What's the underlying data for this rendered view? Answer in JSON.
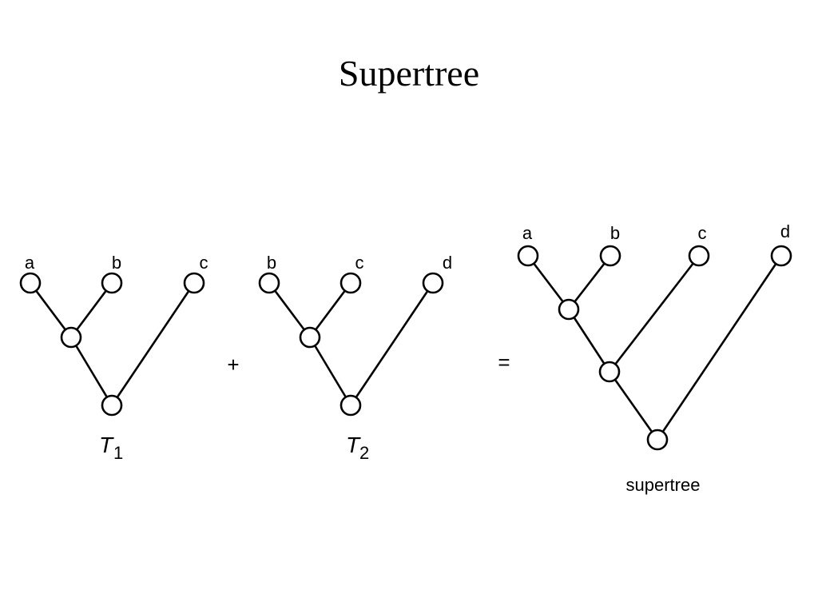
{
  "title": "Supertree",
  "operators": {
    "plus": "+",
    "equals": "="
  },
  "trees": [
    {
      "id": "t1",
      "name": "T",
      "subscript": "1",
      "caption": "",
      "leaves": [
        "a",
        "b",
        "c"
      ],
      "structure": "((a,b),c)"
    },
    {
      "id": "t2",
      "name": "T",
      "subscript": "2",
      "caption": "",
      "leaves": [
        "b",
        "c",
        "d"
      ],
      "structure": "((b,c),d)"
    },
    {
      "id": "supertree",
      "name": "",
      "subscript": "",
      "caption": "supertree",
      "leaves": [
        "a",
        "b",
        "c",
        "d"
      ],
      "structure": "(((a,b),c),d)"
    }
  ]
}
